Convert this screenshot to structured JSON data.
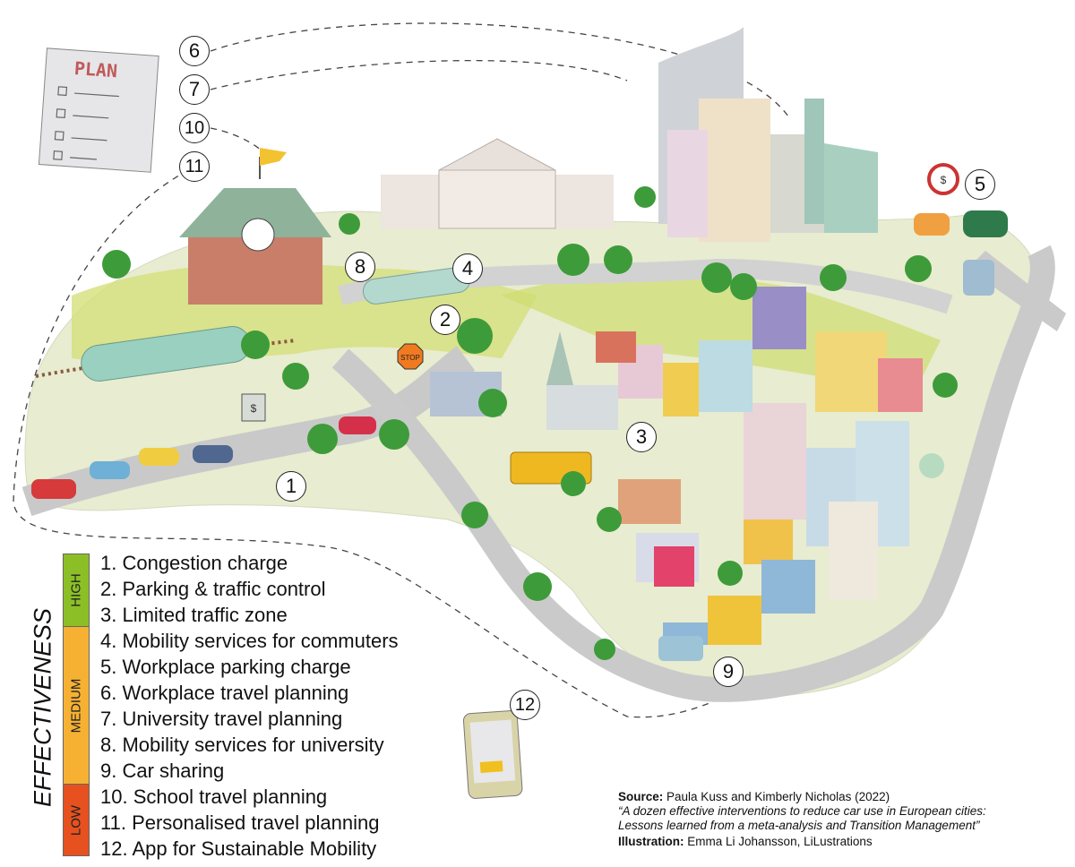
{
  "legend": {
    "axis_label": "EFFECTIVENESS",
    "levels": [
      {
        "label": "HIGH",
        "color": "#8cbf26"
      },
      {
        "label": "MEDIUM",
        "color": "#f6b133"
      },
      {
        "label": "LOW",
        "color": "#e6511f"
      }
    ],
    "items": [
      "1. Congestion charge",
      "2. Parking & traffic control",
      "3. Limited traffic zone",
      "4. Mobility services for commuters",
      "5. Workplace parking charge",
      "6. Workplace travel planning",
      "7. University travel planning",
      "8. Mobility services for university",
      "9. Car sharing",
      "10. School travel planning",
      "11. Personalised travel planning",
      "12. App for Sustainable Mobility"
    ]
  },
  "markers": [
    "1",
    "2",
    "3",
    "4",
    "5",
    "6",
    "7",
    "8",
    "9",
    "10",
    "11",
    "12"
  ],
  "illustration": {
    "plan_title": "PLAN",
    "stop_sign": "STOP",
    "charge_sign": "$"
  },
  "source": {
    "source_label": "Source:",
    "authors": "Paula Kuss and Kimberly Nicholas (2022)",
    "title_line1": "“A dozen effective interventions to reduce car use in European cities:",
    "title_line2": "Lessons learned from a meta-analysis and Transition Management”",
    "illustration_label": "Illustration:",
    "illustrator": "Emma Li Johansson, LiLustrations"
  }
}
